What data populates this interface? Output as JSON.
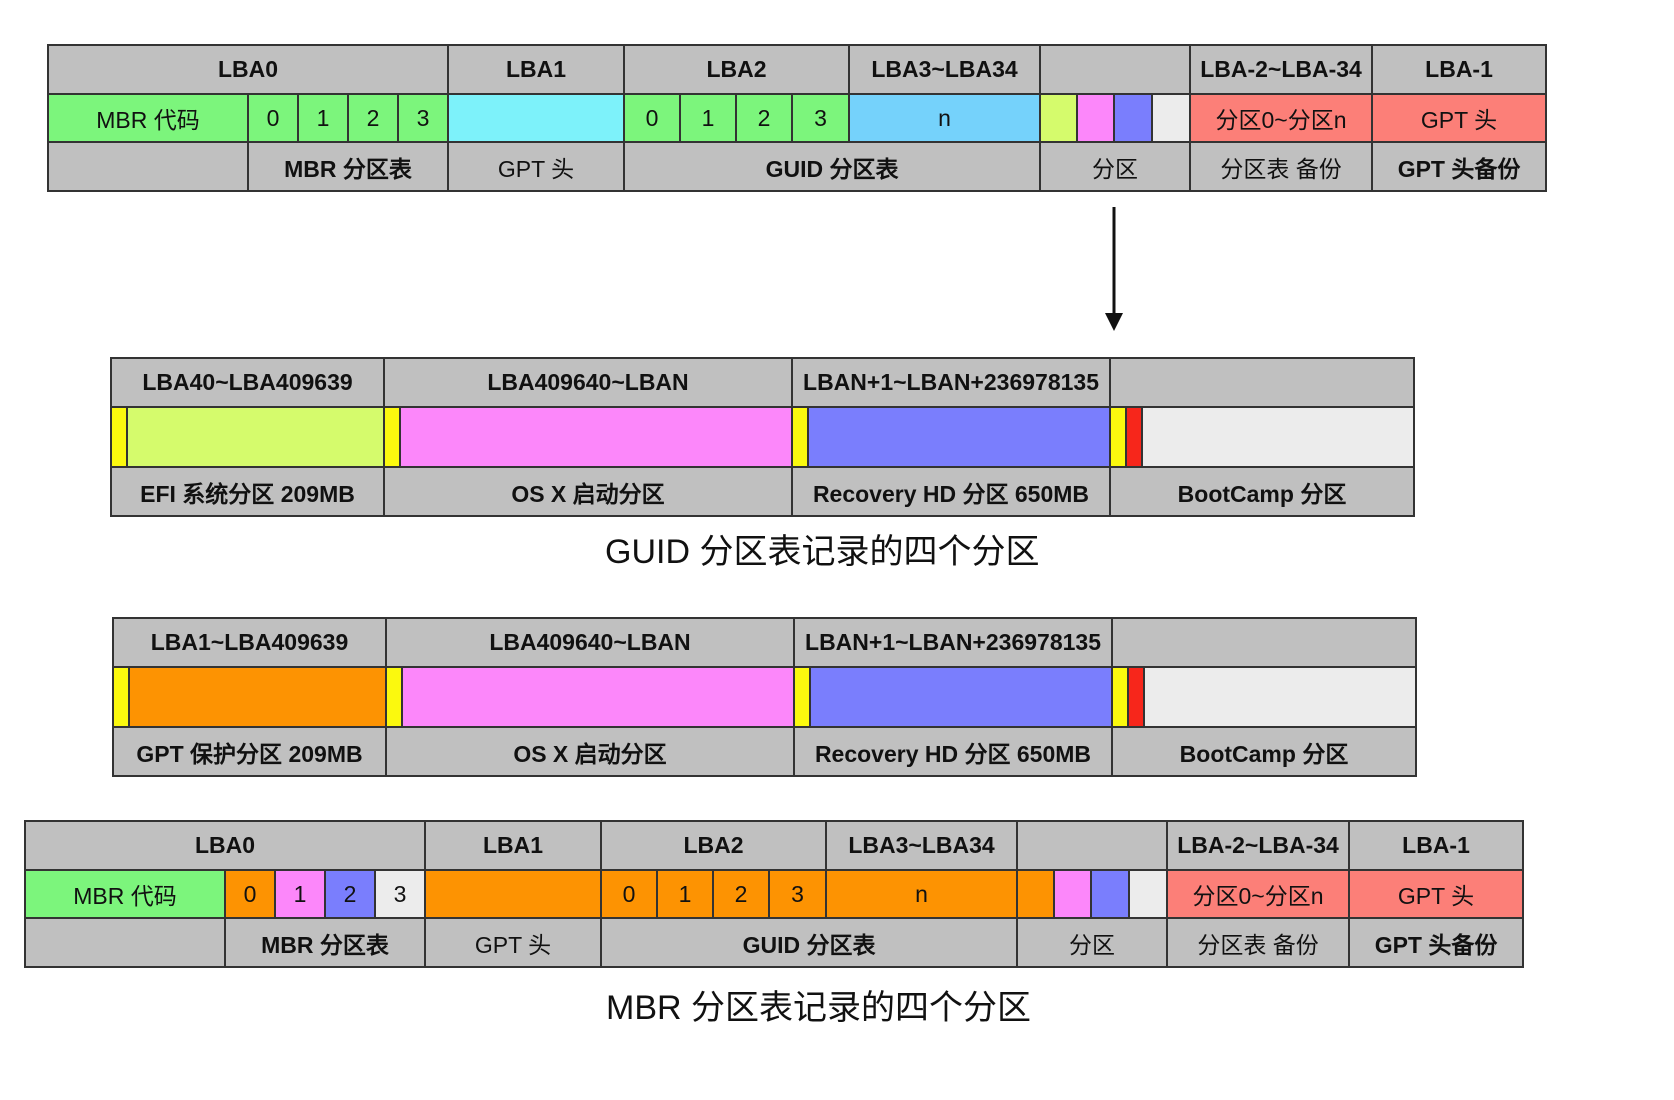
{
  "layout_top": {
    "header": [
      "LBA0",
      "LBA1",
      "LBA2",
      "LBA3~LBA34",
      "",
      "LBA-2~LBA-34",
      "LBA-1"
    ],
    "mbr_code": "MBR 代码",
    "mbr_slots": [
      "0",
      "1",
      "2",
      "3"
    ],
    "gpt_slots": [
      "0",
      "1",
      "2",
      "3"
    ],
    "n_label": "n",
    "backup_entries": "分区0~分区n",
    "gpt_header_end": "GPT 头",
    "footer": [
      "MBR 分区表",
      "GPT 头",
      "GUID 分区表",
      "分区",
      "分区表 备份",
      "GPT 头备份"
    ]
  },
  "guid_table": {
    "header": [
      "LBA40~LBA409639",
      "LBA409640~LBAN",
      "LBAN+1~LBAN+236978135",
      ""
    ],
    "footer": [
      "EFI 系统分区 209MB",
      "OS X 启动分区",
      "Recovery HD 分区 650MB",
      "BootCamp 分区"
    ],
    "caption": "GUID 分区表记录的四个分区"
  },
  "mbr_table": {
    "header": [
      "LBA1~LBA409639",
      "LBA409640~LBAN",
      "LBAN+1~LBAN+236978135",
      ""
    ],
    "footer": [
      "GPT 保护分区 209MB",
      "OS X 启动分区",
      "Recovery HD 分区 650MB",
      "BootCamp 分区"
    ]
  },
  "layout_bottom": {
    "header": [
      "LBA0",
      "LBA1",
      "LBA2",
      "LBA3~LBA34",
      "",
      "LBA-2~LBA-34",
      "LBA-1"
    ],
    "mbr_code": "MBR 代码",
    "mbr_slots": [
      "0",
      "1",
      "2",
      "3"
    ],
    "gpt_slots": [
      "0",
      "1",
      "2",
      "3"
    ],
    "n_label": "n",
    "backup_entries": "分区0~分区n",
    "gpt_header_end": "GPT 头",
    "footer": [
      "MBR 分区表",
      "GPT 头",
      "GUID 分区表",
      "分区",
      "分区表 备份",
      "GPT 头备份"
    ],
    "caption": "MBR 分区表记录的四个分区"
  },
  "colors": {
    "header_grey": "#c0c0c0",
    "mbr_code_green": "#7cf57c",
    "gpt_header_cyan": "#7df2fa",
    "entries_blue": "#75d2fb",
    "efi_lime": "#d5fb6c",
    "osx_pink": "#fc87fa",
    "recovery_blue": "#7a7efd",
    "bootcamp_white": "#ececec",
    "backup_salmon": "#fc7f78",
    "protective_orange": "#fd9302",
    "partition_start_yellow": "#fbf90e",
    "partition_marker_red": "#f7261b"
  }
}
